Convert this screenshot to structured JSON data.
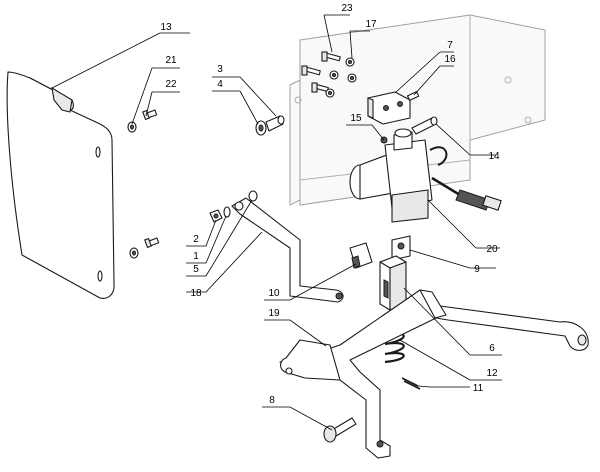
{
  "callouts": [
    {
      "id": "c13",
      "label": "13"
    },
    {
      "id": "c21",
      "label": "21"
    },
    {
      "id": "c22",
      "label": "22"
    },
    {
      "id": "c3",
      "label": "3"
    },
    {
      "id": "c4",
      "label": "4"
    },
    {
      "id": "c23",
      "label": "23"
    },
    {
      "id": "c17",
      "label": "17"
    },
    {
      "id": "c7",
      "label": "7"
    },
    {
      "id": "c16",
      "label": "16"
    },
    {
      "id": "c15",
      "label": "15"
    },
    {
      "id": "c14",
      "label": "14"
    },
    {
      "id": "c2",
      "label": "2"
    },
    {
      "id": "c1",
      "label": "1"
    },
    {
      "id": "c5",
      "label": "5"
    },
    {
      "id": "c18",
      "label": "18"
    },
    {
      "id": "c20",
      "label": "20"
    },
    {
      "id": "c9",
      "label": "9"
    },
    {
      "id": "c10",
      "label": "10"
    },
    {
      "id": "c19",
      "label": "19"
    },
    {
      "id": "c6",
      "label": "6"
    },
    {
      "id": "c12",
      "label": "12"
    },
    {
      "id": "c11",
      "label": "11"
    },
    {
      "id": "c8",
      "label": "8"
    }
  ]
}
